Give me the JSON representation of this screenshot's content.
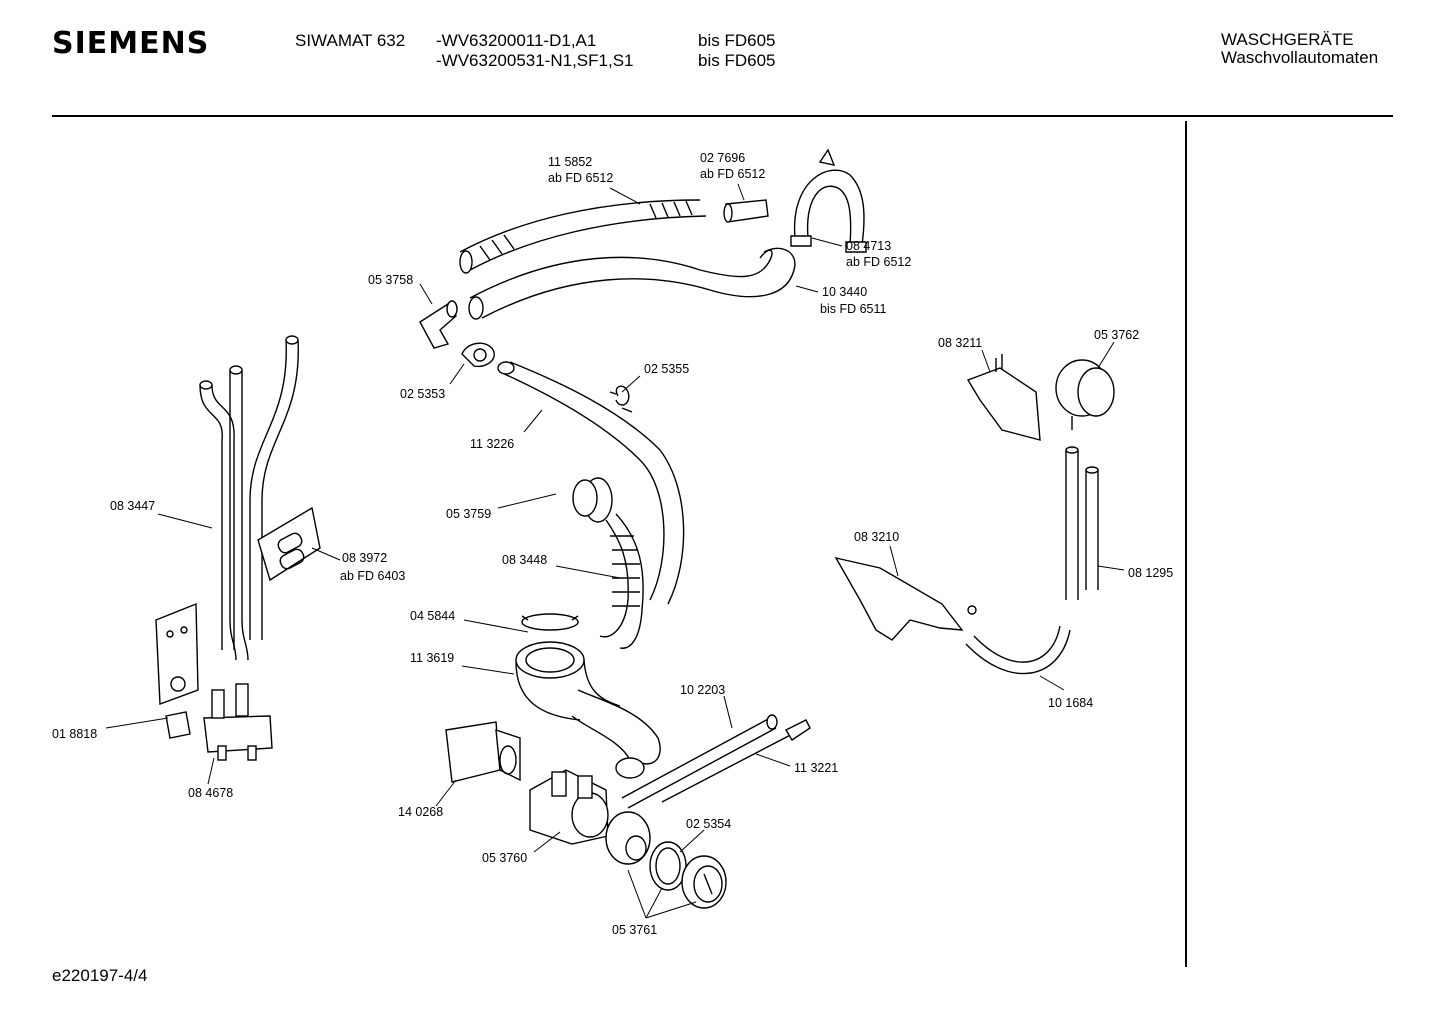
{
  "header": {
    "brand": "SIEMENS",
    "model": "SIWAMAT 632",
    "variant_1": "-WV63200011-D1,A1",
    "variant_2": "-WV63200531-N1,SF1,S1",
    "validity_1": "bis FD605",
    "validity_2": "bis FD605",
    "category": "WASCHGERÄTE",
    "subcategory": "Waschvollautomaten"
  },
  "footer": {
    "doc_id": "e220197-4/4"
  },
  "parts": [
    {
      "number": "11 5852",
      "note": "ab FD 6512"
    },
    {
      "number": "02 7696",
      "note": "ab FD 6512"
    },
    {
      "number": "08 4713",
      "note": "ab FD 6512"
    },
    {
      "number": "10 3440",
      "note": "bis FD 6511"
    },
    {
      "number": "05 3758",
      "note": ""
    },
    {
      "number": "02 5353",
      "note": ""
    },
    {
      "number": "02 5355",
      "note": ""
    },
    {
      "number": "11 3226",
      "note": ""
    },
    {
      "number": "08 3447",
      "note": ""
    },
    {
      "number": "08 3972",
      "note": "ab FD 6403"
    },
    {
      "number": "05 3759",
      "note": ""
    },
    {
      "number": "08 3448",
      "note": ""
    },
    {
      "number": "04 5844",
      "note": ""
    },
    {
      "number": "11 3619",
      "note": ""
    },
    {
      "number": "10 2203",
      "note": ""
    },
    {
      "number": "11 3221",
      "note": ""
    },
    {
      "number": "01 8818",
      "note": ""
    },
    {
      "number": "08 4678",
      "note": ""
    },
    {
      "number": "14 0268",
      "note": ""
    },
    {
      "number": "05 3760",
      "note": ""
    },
    {
      "number": "02 5354",
      "note": ""
    },
    {
      "number": "05 3761",
      "note": ""
    },
    {
      "number": "08 3211",
      "note": ""
    },
    {
      "number": "05 3762",
      "note": ""
    },
    {
      "number": "08 3210",
      "note": ""
    },
    {
      "number": "08 1295",
      "note": ""
    },
    {
      "number": "10 1684",
      "note": ""
    }
  ]
}
